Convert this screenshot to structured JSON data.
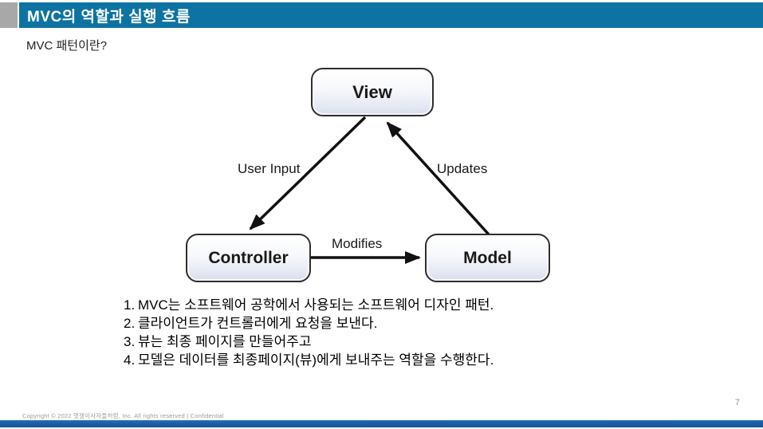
{
  "slide": {
    "header": {
      "title": "MVC의 역할과 실행 흐름"
    },
    "subtitle": "MVC 패턴이란?",
    "diagram": {
      "nodes": {
        "view": "View",
        "controller": "Controller",
        "model": "Model"
      },
      "edges": {
        "user_input": "User Input",
        "updates": "Updates",
        "modifies": "Modifies"
      }
    },
    "notes": {
      "items": [
        {
          "num": "1.",
          "text": "MVC는 소프트웨어 공학에서 사용되는 소프트웨어 디자인 패턴."
        },
        {
          "num": "2.",
          "text": "클라이언트가 컨트롤러에게 요청을 보낸다."
        },
        {
          "num": "3.",
          "text": "뷰는 최종 페이지를 만들어주고"
        },
        {
          "num": "4.",
          "text": "모델은 데이터를 최종페이지(뷰)에게 보내주는 역할을 수행한다."
        }
      ]
    },
    "footer": {
      "copyright": "Copyright © 2022 멋쟁이사자들처럼, Inc. All rights reserved   |  Confidential",
      "page_number": "7"
    },
    "colors": {
      "header_blue": "#0d73a3",
      "bottom_bar_blue": "#1a5ba6",
      "corner_gray": "#a8a8a8",
      "arrow_black": "#111111"
    }
  }
}
